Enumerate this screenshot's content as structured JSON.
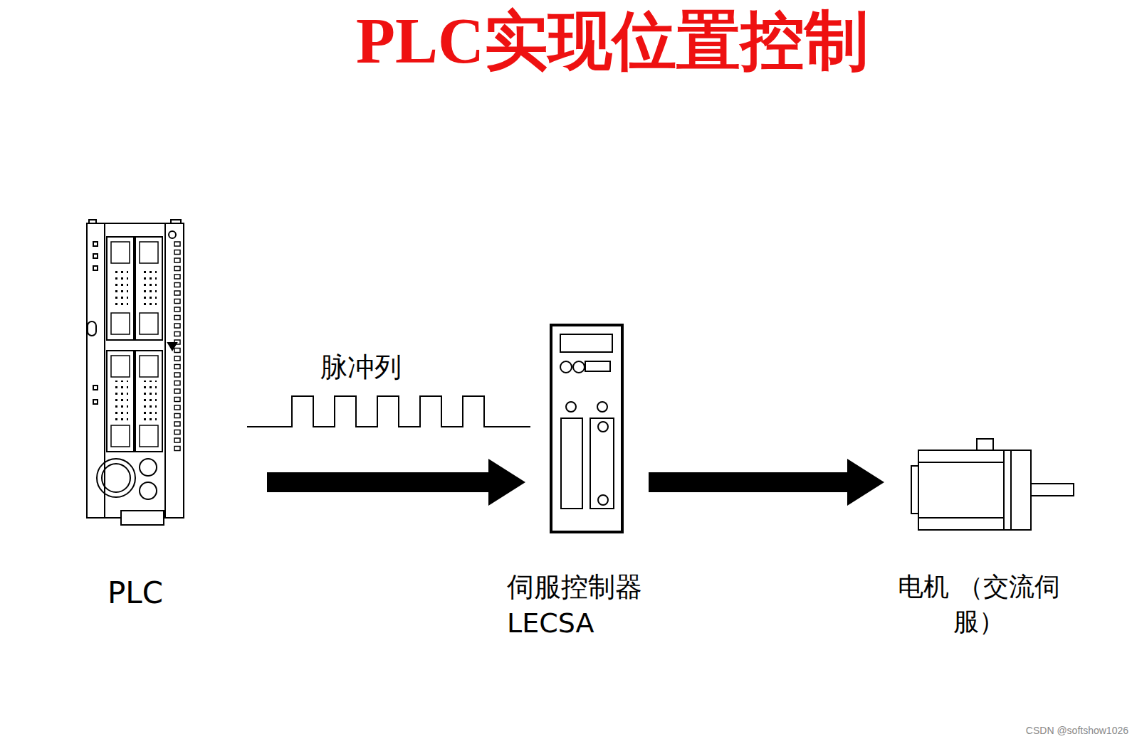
{
  "diagram": {
    "title": "PLC实现位置控制",
    "nodes": [
      {
        "text": [
          "PLC"
        ]
      },
      {
        "text": [
          "伺服控制器 LECSA"
        ]
      },
      {
        "text": [
          "电机 （交流伺服）"
        ]
      }
    ],
    "edges": [
      {
        "from": 0,
        "to": 1,
        "arrow": "to",
        "label": "脉冲列"
      },
      {
        "from": 1,
        "to": 2,
        "arrow": "to"
      }
    ],
    "labels": [
      "CSDN @softshow1026"
    ]
  }
}
